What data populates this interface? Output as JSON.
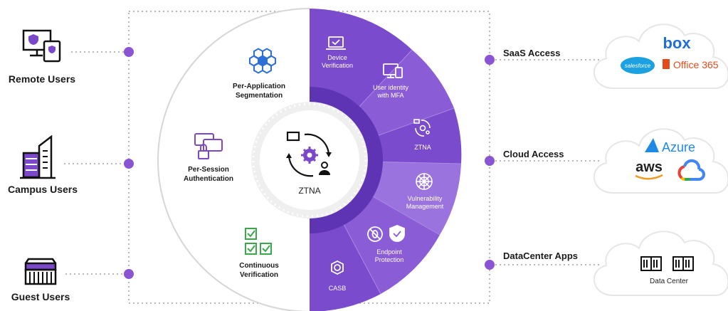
{
  "users": [
    {
      "label": "Remote Users",
      "icon": "monitor-phone-shield-icon"
    },
    {
      "label": "Campus Users",
      "icon": "office-building-icon"
    },
    {
      "label": "Guest Users",
      "icon": "storefront-icon"
    }
  ],
  "destinations": [
    {
      "label": "SaaS Access",
      "cloud_items": [
        "box",
        "salesforce",
        "Office 365"
      ]
    },
    {
      "label": "Cloud Access",
      "cloud_items": [
        "Azure",
        "aws",
        "google-cloud"
      ]
    },
    {
      "label": "DataCenter Apps",
      "cloud_items": [
        "Data Center"
      ]
    }
  ],
  "center": {
    "label": "ZTNA",
    "icon": "ztna-cycle-gear-user-icon"
  },
  "left_features": [
    {
      "line1": "Per-Application",
      "line2": "Segmentation",
      "icon": "hexagon-cluster-icon"
    },
    {
      "line1": "Per-Session",
      "line2": "Authentication",
      "icon": "chat-lock-icon"
    },
    {
      "line1": "Continuous",
      "line2": "Verification",
      "icon": "checkbox-grid-icon"
    }
  ],
  "right_segments": [
    {
      "line1": "Device",
      "line2": "Verification",
      "icon": "laptop-check-icon"
    },
    {
      "line1": "User identity",
      "line2": "with MFA",
      "icon": "monitor-mfa-icon"
    },
    {
      "line1": "ZTNA",
      "line2": "",
      "icon": "ztna-small-icon"
    },
    {
      "line1": "Vulnerability",
      "line2": "Management",
      "icon": "radar-web-icon"
    },
    {
      "line1": "Endpoint",
      "line2": "Protection",
      "icon": "bug-shield-icon"
    },
    {
      "line1": "CASB",
      "line2": "",
      "icon": "cloud-gear-icon"
    }
  ],
  "colors": {
    "purple_dark": "#6c3fc4",
    "purple_mid": "#8a5cd6",
    "purple_light": "#9b73de",
    "dot": "#8a55d2",
    "icon_blue": "#2d6fd6",
    "icon_purple": "#7a48c8",
    "icon_green": "#3aa84a"
  }
}
